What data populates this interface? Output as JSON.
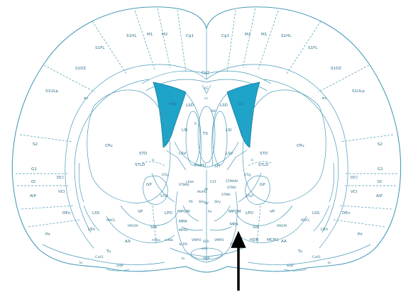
{
  "labels": [
    {
      "id": "m1-l",
      "text": "M1"
    },
    {
      "id": "m2-l",
      "text": "M2"
    },
    {
      "id": "cg1-l",
      "text": "Cg1"
    },
    {
      "id": "m2-r",
      "text": "M2"
    },
    {
      "id": "m1-r",
      "text": "M1"
    },
    {
      "id": "cg1-r",
      "text": "Cg1"
    },
    {
      "id": "s1hl-l",
      "text": "S1HL"
    },
    {
      "id": "s1hl-r",
      "text": "S1HL"
    },
    {
      "id": "s1fl-l",
      "text": "S1FL"
    },
    {
      "id": "s1fl-r",
      "text": "S1FL"
    },
    {
      "id": "s1dz-l",
      "text": "S1DZ"
    },
    {
      "id": "s1dz-r",
      "text": "S1DZ"
    },
    {
      "id": "cg2",
      "text": "Cg2"
    },
    {
      "id": "ig",
      "text": "IG"
    },
    {
      "id": "cc",
      "text": "cc"
    },
    {
      "id": "s1ulp-l",
      "text": "S1ULp"
    },
    {
      "id": "s1ulp-r",
      "text": "S1ULp"
    },
    {
      "id": "ec-l",
      "text": "ec"
    },
    {
      "id": "ec-r",
      "text": "ec"
    },
    {
      "id": "chp",
      "text": "chp"
    },
    {
      "id": "lv",
      "text": "LV"
    },
    {
      "id": "lsd-l",
      "text": "LSD"
    },
    {
      "id": "lsd-r",
      "text": "LSD"
    },
    {
      "id": "shi",
      "text": "SHi"
    },
    {
      "id": "fi",
      "text": "fi"
    },
    {
      "id": "ts",
      "text": "TS"
    },
    {
      "id": "lsi-l",
      "text": "LSI"
    },
    {
      "id": "lsi-r",
      "text": "LSI"
    },
    {
      "id": "s2-l",
      "text": "S2"
    },
    {
      "id": "s2-r",
      "text": "S2"
    },
    {
      "id": "cpu-l",
      "text": "CPu"
    },
    {
      "id": "cpu-r",
      "text": "CPu"
    },
    {
      "id": "lsv-l",
      "text": "LSV"
    },
    {
      "id": "lsv-r",
      "text": "LSV"
    },
    {
      "id": "std-l",
      "text": "STD"
    },
    {
      "id": "std-r",
      "text": "STD"
    },
    {
      "id": "ic-l",
      "text": "ic"
    },
    {
      "id": "ic-r",
      "text": "ic"
    },
    {
      "id": "stld-l",
      "text": "STLD"
    },
    {
      "id": "stld-r",
      "text": "STLD"
    },
    {
      "id": "mspo",
      "text": "MnPO"
    },
    {
      "id": "sfi",
      "text": "SFi"
    },
    {
      "id": "g1-l",
      "text": "G1"
    },
    {
      "id": "g1-r",
      "text": "G1"
    },
    {
      "id": "di-l",
      "text": "DI"
    },
    {
      "id": "di-r",
      "text": "DI"
    },
    {
      "id": "dcl-l",
      "text": "DCl"
    },
    {
      "id": "dcl-r",
      "text": "DCl"
    },
    {
      "id": "vcl-l",
      "text": "VCl"
    },
    {
      "id": "vcl-r",
      "text": "VCl"
    },
    {
      "id": "aip-l",
      "text": "AIP"
    },
    {
      "id": "aip-r",
      "text": "AIP"
    },
    {
      "id": "gp-l",
      "text": "GP"
    },
    {
      "id": "gp-r",
      "text": "GP"
    },
    {
      "id": "stmal",
      "text": "STMAL"
    },
    {
      "id": "stmam",
      "text": "STMAM"
    },
    {
      "id": "stmv",
      "text": "STMV"
    },
    {
      "id": "lsve",
      "text": "LSVe"
    },
    {
      "id": "cst",
      "text": "CST"
    },
    {
      "id": "ac",
      "text": "ac"
    },
    {
      "id": "mnpo2",
      "text": "MnPO"
    },
    {
      "id": "den-l",
      "text": "DEn"
    },
    {
      "id": "den-r",
      "text": "DEn"
    },
    {
      "id": "lss-l",
      "text": "LSS"
    },
    {
      "id": "lss-r",
      "text": "LSS"
    },
    {
      "id": "ipacl-l",
      "text": "IPACL"
    },
    {
      "id": "ipacl-r",
      "text": "IPACL"
    },
    {
      "id": "ipacm-l",
      "text": "IPACM"
    },
    {
      "id": "ipacm-r",
      "text": "IPACM"
    },
    {
      "id": "vp-l",
      "text": "VP"
    },
    {
      "id": "vp-r",
      "text": "VP"
    },
    {
      "id": "len-l",
      "text": "LEn"
    },
    {
      "id": "len-r",
      "text": "LEn"
    },
    {
      "id": "lpo-l",
      "text": "LPO"
    },
    {
      "id": "lpo-r",
      "text": "LPO"
    },
    {
      "id": "mpom-l",
      "text": "MPOM"
    },
    {
      "id": "mpom-r",
      "text": "MPOM"
    },
    {
      "id": "mpa-l",
      "text": "MPA"
    },
    {
      "id": "mpa-r",
      "text": "MPA"
    },
    {
      "id": "mpol",
      "text": "MPOL"
    },
    {
      "id": "sib-l",
      "text": "SIB"
    },
    {
      "id": "sib-r",
      "text": "SIB"
    },
    {
      "id": "pir-l",
      "text": "Pir"
    },
    {
      "id": "pir-r",
      "text": "Pir"
    },
    {
      "id": "aa-l",
      "text": "AA"
    },
    {
      "id": "aa-r",
      "text": "AA"
    },
    {
      "id": "mfba",
      "text": "mfba"
    },
    {
      "id": "mfbb",
      "text": "mfbb"
    },
    {
      "id": "hdb",
      "text": "HDB"
    },
    {
      "id": "mcpo",
      "text": "MCPO"
    },
    {
      "id": "vlpo-l",
      "text": "VLPO"
    },
    {
      "id": "vlpo-r",
      "text": "VLPO"
    },
    {
      "id": "vmpo-l",
      "text": "VMPO"
    },
    {
      "id": "vmpo-r",
      "text": "VMPO"
    },
    {
      "id": "och",
      "text": "och"
    },
    {
      "id": "scn",
      "text": "SCh"
    },
    {
      "id": "tu-l",
      "text": "Tu"
    },
    {
      "id": "tu-r",
      "text": "Tu"
    },
    {
      "id": "caa-l",
      "text": "CxA1"
    },
    {
      "id": "caa-r",
      "text": "CxA1"
    },
    {
      "id": "lo-l",
      "text": "lo"
    },
    {
      "id": "lo-r",
      "text": "lo"
    },
    {
      "id": "acbr-l",
      "text": "acbr"
    },
    {
      "id": "acbr-r",
      "text": "acbr"
    },
    {
      "id": "3v",
      "text": "3V"
    },
    {
      "id": "pe",
      "text": "Pe"
    },
    {
      "id": "pvp",
      "text": "PS"
    },
    {
      "id": "stma",
      "text": "STMA"
    },
    {
      "id": "stlp-l",
      "text": "STLP"
    },
    {
      "id": "stlp-r",
      "text": "STLP"
    },
    {
      "id": "stlj-l",
      "text": "STLJ"
    },
    {
      "id": "stlj-r",
      "text": "STLJ"
    },
    {
      "id": "sthy",
      "text": "SHy"
    },
    {
      "id": "sthy2",
      "text": "SHy"
    },
    {
      "id": "ld-l",
      "text": "lo"
    },
    {
      "id": "adp",
      "text": "ADP"
    }
  ],
  "arrow_label": ""
}
